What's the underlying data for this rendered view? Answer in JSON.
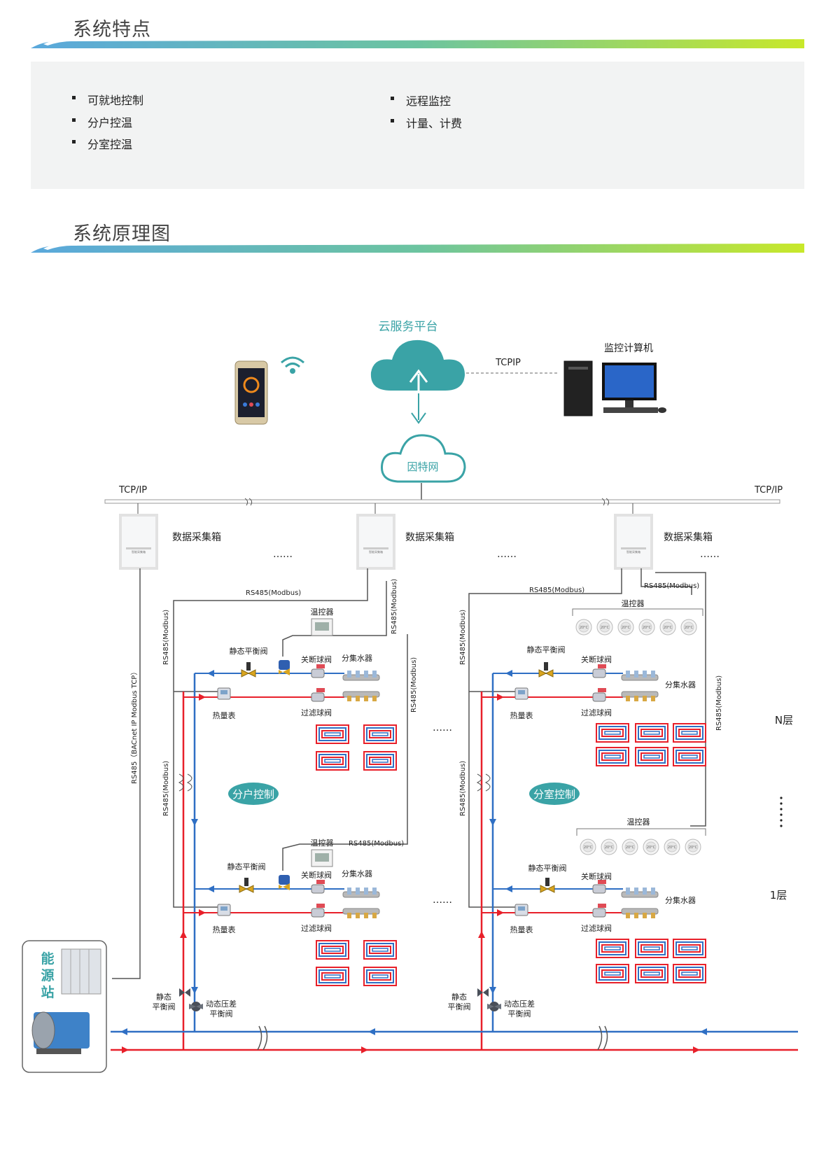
{
  "sections": {
    "features_title": "系统特点",
    "diagram_title": "系统原理图"
  },
  "features": [
    "可就地控制",
    "分户控温",
    "分室控温",
    "远程监控",
    "计量、计费"
  ],
  "diagram": {
    "cloud_platform": "云服务平台",
    "internet": "因特网",
    "tcpip_link": "TCPIP",
    "monitor_computer": "监控计算机",
    "tcp_ip_left": "TCP/IP",
    "tcp_ip_right": "TCP/IP",
    "data_box": "数据采集箱",
    "data_box_screen": "智能采集箱",
    "ellipsis": "……",
    "rs485_modbus": "RS485(Modbus)",
    "rs485_bacnet": "RS485（BACnet IP Modbus TCP）",
    "thermostat": "温控器",
    "static_balance_valve": "静态平衡阀",
    "shutoff_ball_valve": "关断球阀",
    "manifold": "分集水器",
    "filter_ball_valve": "过滤球阀",
    "heat_meter": "热量表",
    "household_control": "分户控制",
    "room_control": "分室控制",
    "n_floor": "N层",
    "first_floor": "1层",
    "energy_station": "能源站",
    "static_balance_short": "静态",
    "static_balance_short2": "平衡阀",
    "dynamic_dp_valve": "动态压差",
    "dynamic_dp_valve2": "平衡阀",
    "thermostat_display": "20°C",
    "colors": {
      "supply_red": "#e8202a",
      "return_blue": "#2f6fc4",
      "cloud_teal": "#3aa3a6",
      "accent_green": "#9bd52a"
    }
  }
}
